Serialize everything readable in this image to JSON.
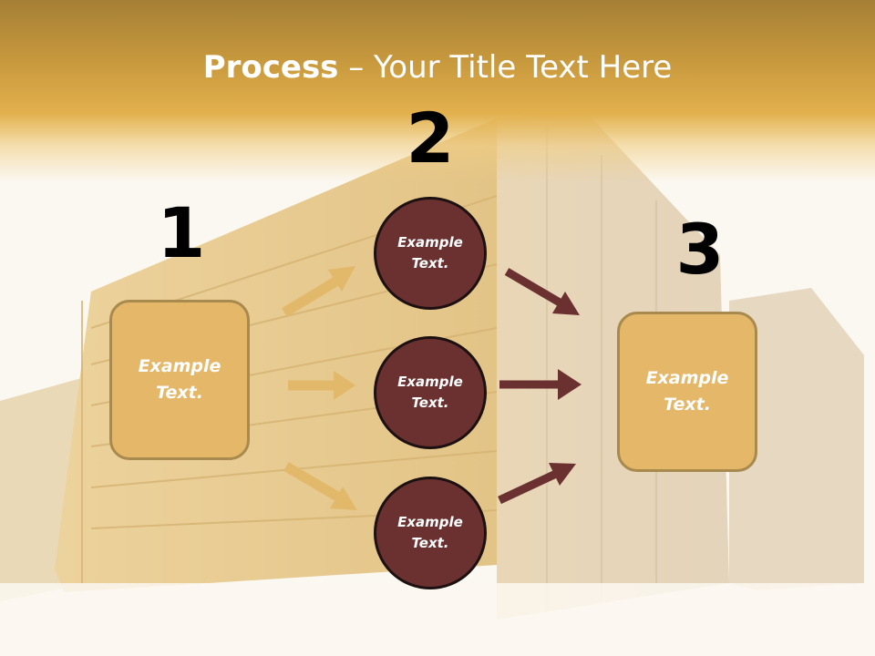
{
  "title": {
    "bold": "Process",
    "rest": " – Your Title Text Here"
  },
  "steps": {
    "one": "1",
    "two": "2",
    "three": "3"
  },
  "boxes": {
    "left": "Example\nText.",
    "right": "Example\nText."
  },
  "circles": [
    {
      "label": "Example\nText."
    },
    {
      "label": "Example\nText."
    },
    {
      "label": "Example\nText."
    }
  ],
  "colors": {
    "header": "#d6a445",
    "box_fill": "#e4b769",
    "box_border": "#a88a4e",
    "circle_fill": "#6b3131",
    "arrow_gold": "#e2b86a",
    "arrow_maroon": "#6b3131"
  }
}
